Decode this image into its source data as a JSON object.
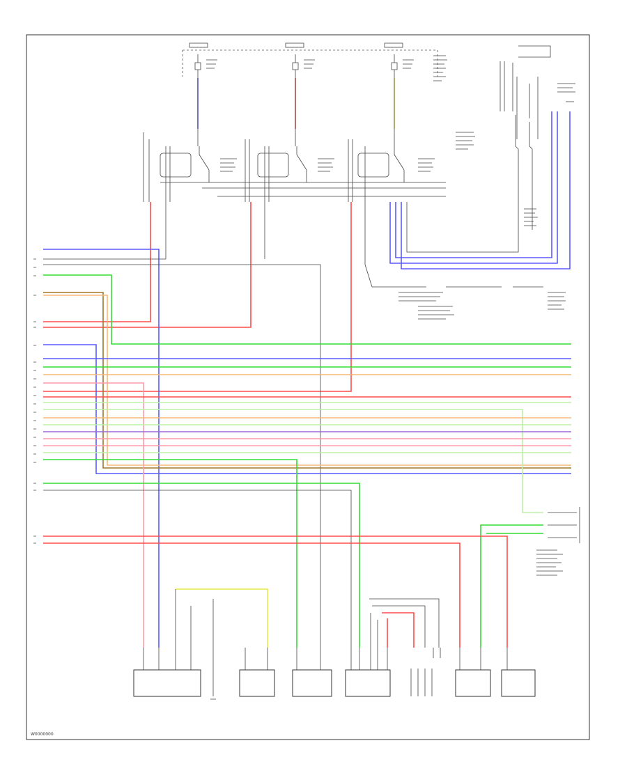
{
  "diagram": {
    "figure_code": "W0000000",
    "colors": {
      "blue": "#5a5aff",
      "red": "#ff4a4a",
      "green": "#33dd33",
      "yellow": "#e8e84a",
      "brown": "#a0782a",
      "pink": "#ff9aa8",
      "orange": "#f5b878",
      "lightgreen": "#bdf0a8",
      "gray": "#9a9a9a",
      "violet": "#9a6ad8",
      "line": "#333333"
    },
    "components": [
      {
        "id": "comp-1",
        "label": ""
      },
      {
        "id": "comp-2",
        "label": ""
      },
      {
        "id": "comp-3",
        "label": ""
      },
      {
        "id": "comp-4",
        "label": ""
      },
      {
        "id": "comp-5",
        "label": ""
      },
      {
        "id": "comp-6",
        "label": ""
      },
      {
        "id": "comp-7",
        "label": ""
      },
      {
        "id": "comp-8",
        "label": ""
      }
    ]
  }
}
